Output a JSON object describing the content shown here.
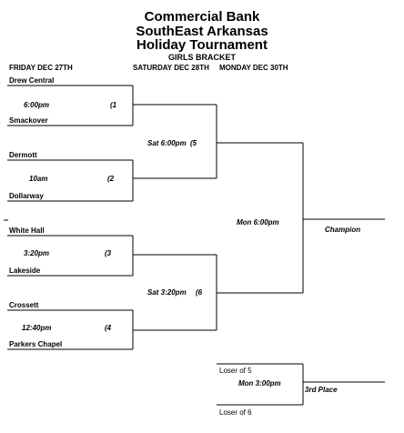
{
  "header": {
    "title_lines": [
      "Commercial Bank",
      "SouthEast Arkansas",
      "Holiday Tournament"
    ],
    "subtitle": "GIRLS BRACKET"
  },
  "days": {
    "friday": "FRIDAY DEC 27TH",
    "saturday": "SATURDAY DEC 28TH",
    "monday": "MONDAY DEC 30TH"
  },
  "round1": [
    {
      "top_team": "Drew Central",
      "time": "6:00pm",
      "game": "(1",
      "bottom_team": "Smackover"
    },
    {
      "top_team": "Dermott",
      "time": "10am",
      "game": "(2",
      "bottom_team": "Dollarway"
    },
    {
      "top_team": "White Hall",
      "time": "3:20pm",
      "game": "(3",
      "bottom_team": "Lakeside"
    },
    {
      "top_team": "Crossett",
      "time": "12:40pm",
      "game": "(4",
      "bottom_team": "Parkers Chapel"
    }
  ],
  "semis": [
    {
      "time": "Sat 6:00pm",
      "game": "(5"
    },
    {
      "time": "Sat 3:20pm",
      "game": "(6"
    }
  ],
  "final": {
    "time": "Mon 6:00pm",
    "winner_label": "Champion"
  },
  "consolation": {
    "top": "Loser of 5",
    "bottom": "Loser of 6",
    "time": "Mon 3:00pm",
    "winner_label": "3rd Place"
  }
}
